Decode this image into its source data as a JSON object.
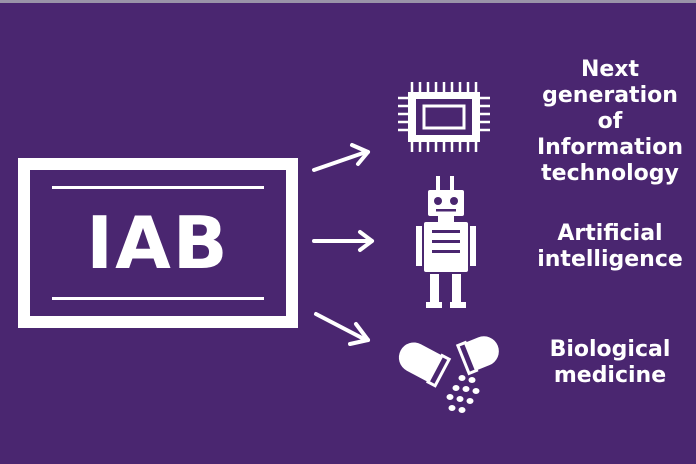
{
  "logo": {
    "text": "IAB"
  },
  "items": [
    {
      "icon": "microchip-icon",
      "label_lines": [
        "Next",
        "generation",
        "of",
        "Information",
        "technology"
      ]
    },
    {
      "icon": "robot-icon",
      "label_lines": [
        "Artificial",
        "intelligence"
      ]
    },
    {
      "icon": "capsule-pill-icon",
      "label_lines": [
        "Biological",
        "medicine"
      ]
    }
  ],
  "colors": {
    "background": "#4a2670",
    "foreground": "#ffffff"
  }
}
